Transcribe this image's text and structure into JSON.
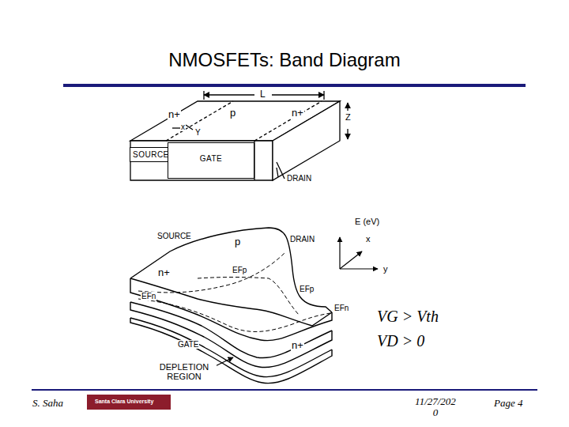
{
  "diagram": {
    "title": "NMOSFETs: Band Diagram",
    "nodes": [
      {
        "text": [
          "SOURCE"
        ]
      },
      {
        "text": [
          "GATE"
        ]
      }
    ],
    "labels": [
      "n+",
      "p",
      "n+",
      "L",
      "Z",
      "x",
      "Y",
      "DRAIN",
      "SOURCE",
      "p",
      "DRAIN",
      "n+",
      "EFp",
      "EFp",
      "EFn",
      "EFn",
      "n+",
      "GATE",
      "DEPLETION REGION",
      "E (eV)",
      "x",
      "y",
      "VG > Vth",
      "VD > 0",
      "S. Saha",
      "Santa Clara University",
      "11/27/202 0",
      "Page 4"
    ]
  }
}
